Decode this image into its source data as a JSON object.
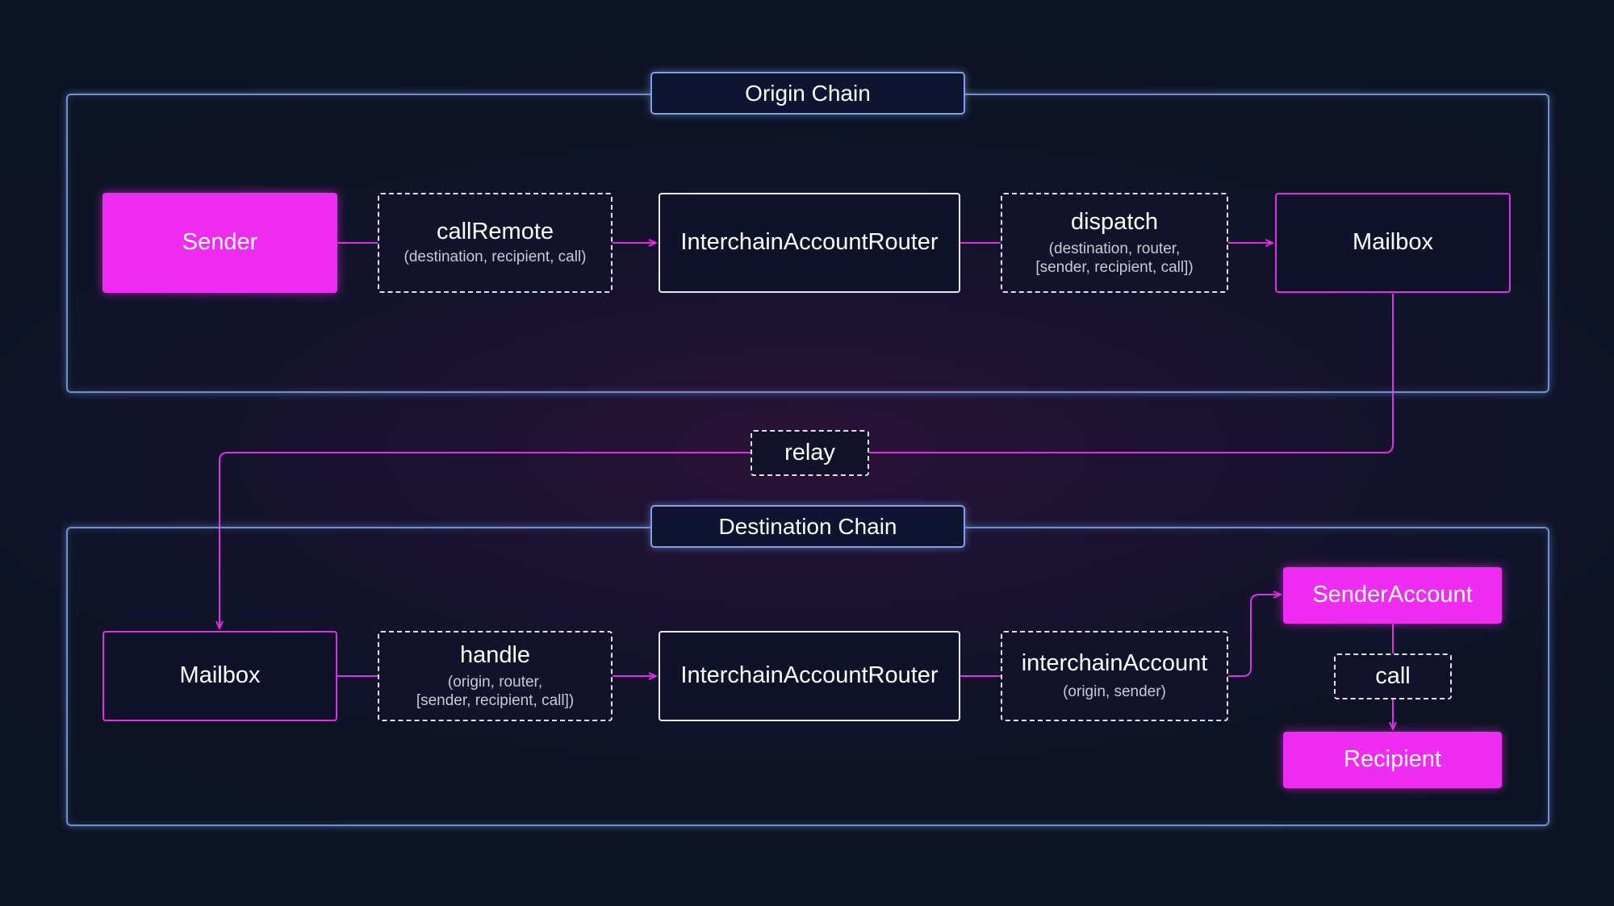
{
  "origin": {
    "title": "Origin Chain",
    "sender": "Sender",
    "call_remote": {
      "name": "callRemote",
      "args": "(destination, recipient, call)"
    },
    "router": "InterchainAccountRouter",
    "dispatch": {
      "name": "dispatch",
      "args_line1": "(destination, router,",
      "args_line2": "[sender, recipient, call])"
    },
    "mailbox": "Mailbox"
  },
  "relay": "relay",
  "destination": {
    "title": "Destination Chain",
    "mailbox": "Mailbox",
    "handle": {
      "name": "handle",
      "args_line1": "(origin, router,",
      "args_line2": "[sender, recipient, call])"
    },
    "router": "InterchainAccountRouter",
    "interchain_account": {
      "name": "interchainAccount",
      "args": "(origin, sender)"
    },
    "sender_account": "SenderAccount",
    "call": "call",
    "recipient": "Recipient"
  },
  "colors": {
    "accent": "#ee2cf2",
    "chain_border": "#6f8fd6",
    "background": "#0e1326"
  }
}
